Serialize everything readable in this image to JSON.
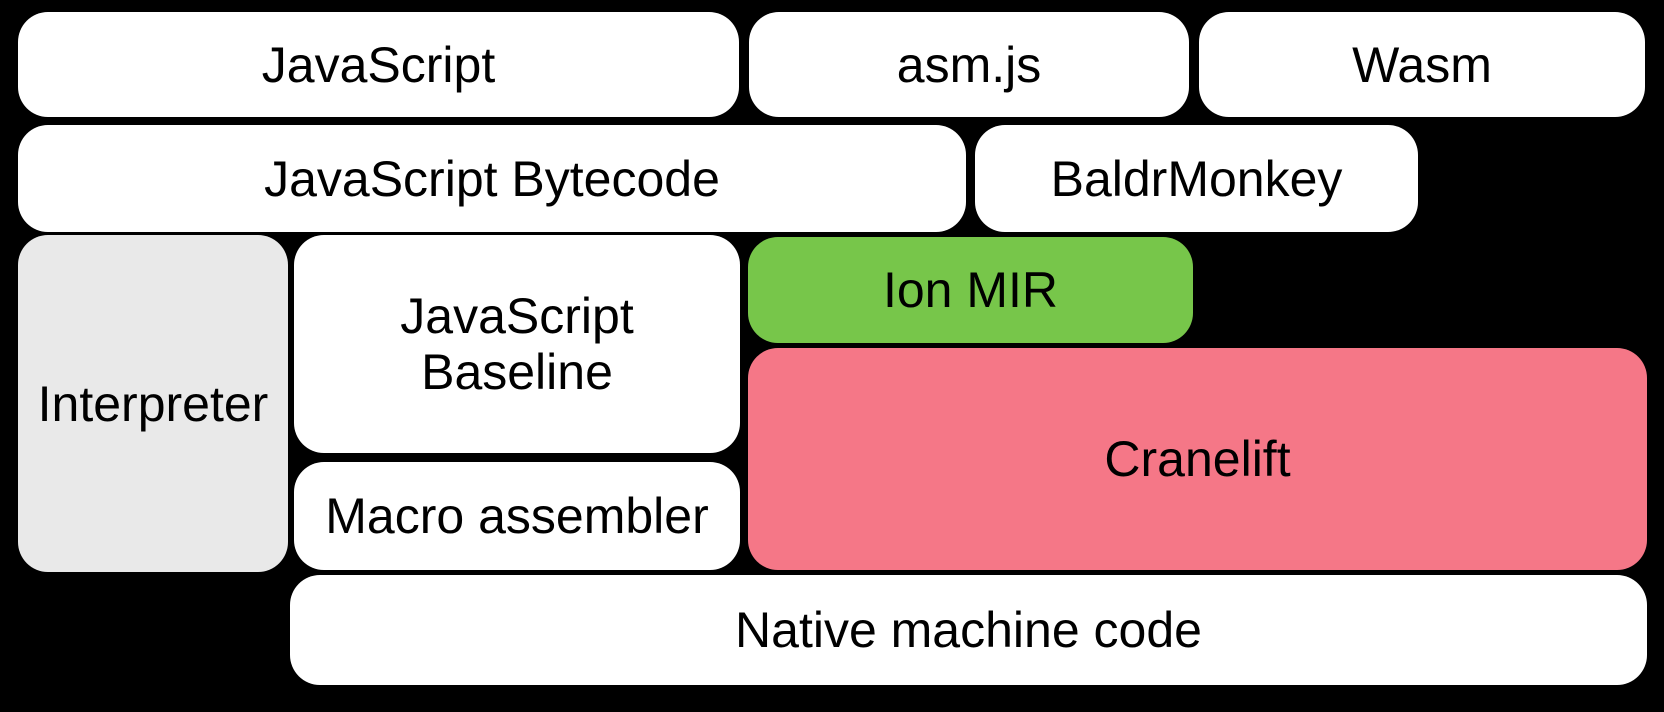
{
  "diagram": {
    "background_color": "#000000",
    "text_color": "#000000",
    "nodes": {
      "javascript": {
        "label": "JavaScript",
        "color": "#FFFFFF"
      },
      "asmjs": {
        "label": "asm.js",
        "color": "#FFFFFF"
      },
      "wasm": {
        "label": "Wasm",
        "color": "#FFFFFF"
      },
      "javascript_bytecode": {
        "label": "JavaScript Bytecode",
        "color": "#FFFFFF"
      },
      "baldrmonkey": {
        "label": "BaldrMonkey",
        "color": "#FFFFFF"
      },
      "interpreter": {
        "label": "Interpreter",
        "color": "#E9E9E9"
      },
      "javascript_baseline": {
        "label": "JavaScript Baseline",
        "color": "#FFFFFF"
      },
      "ion_mir": {
        "label": "Ion MIR",
        "color": "#77C64A"
      },
      "cranelift": {
        "label": "Cranelift",
        "color": "#F57787"
      },
      "macro_assembler": {
        "label": "Macro assembler",
        "color": "#FFFFFF"
      },
      "native_machine_code": {
        "label": "Native machine code",
        "color": "#FFFFFF"
      }
    }
  }
}
